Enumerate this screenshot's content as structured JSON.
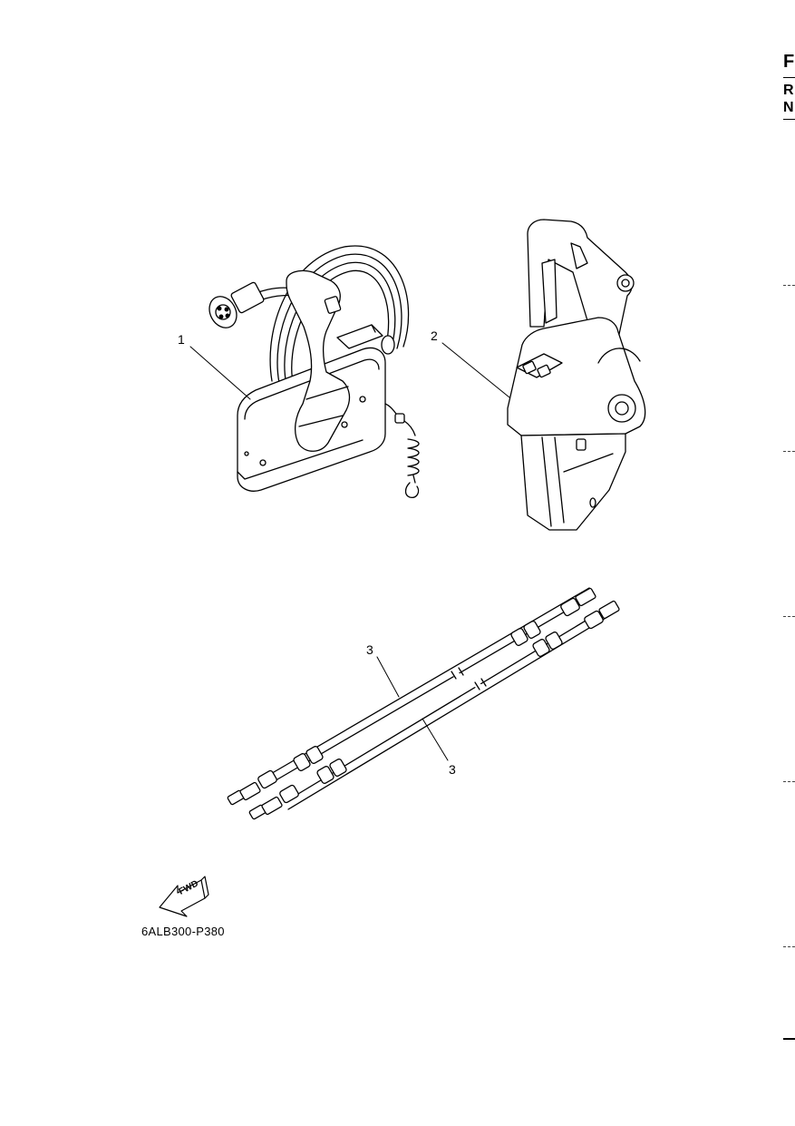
{
  "side_tabs": {
    "first": "F",
    "second": "R",
    "third": "N"
  },
  "callouts": {
    "part_1": "1",
    "part_2": "2",
    "part_3a": "3",
    "part_3b": "3"
  },
  "fwd_arrow_label": "FWD",
  "diagram_code": "6ALB300-P380",
  "colors": {
    "line": "#000000",
    "fill": "#ffffff"
  }
}
